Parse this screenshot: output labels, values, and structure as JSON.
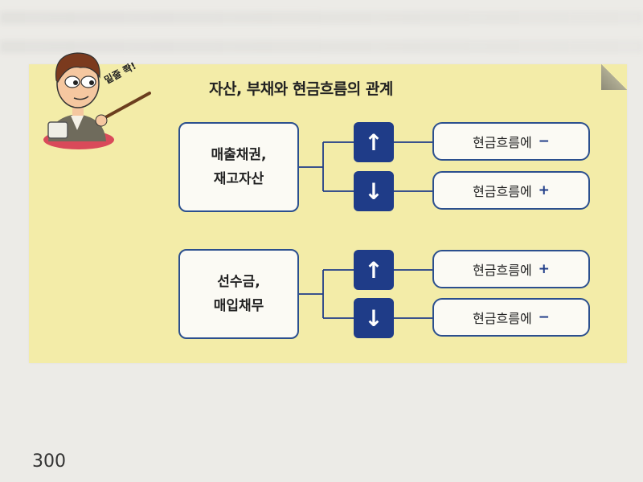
{
  "title": "자산, 부채와 현금흐름의 관계",
  "speech": "밑줄 쫙!",
  "page_number": "300",
  "groups": [
    {
      "source": [
        "매출채권,",
        "재고자산"
      ],
      "rows": [
        {
          "arrow": "↑",
          "result": "현금흐름에",
          "sign": "−"
        },
        {
          "arrow": "↓",
          "result": "현금흐름에",
          "sign": "+"
        }
      ]
    },
    {
      "source": [
        "선수금,",
        "매입채무"
      ],
      "rows": [
        {
          "arrow": "↑",
          "result": "현금흐름에",
          "sign": "+"
        },
        {
          "arrow": "↓",
          "result": "현금흐름에",
          "sign": "−"
        }
      ]
    }
  ],
  "colors": {
    "panel": "#f3eca8",
    "accent": "#1f3c88",
    "border": "#2b4f8e"
  }
}
